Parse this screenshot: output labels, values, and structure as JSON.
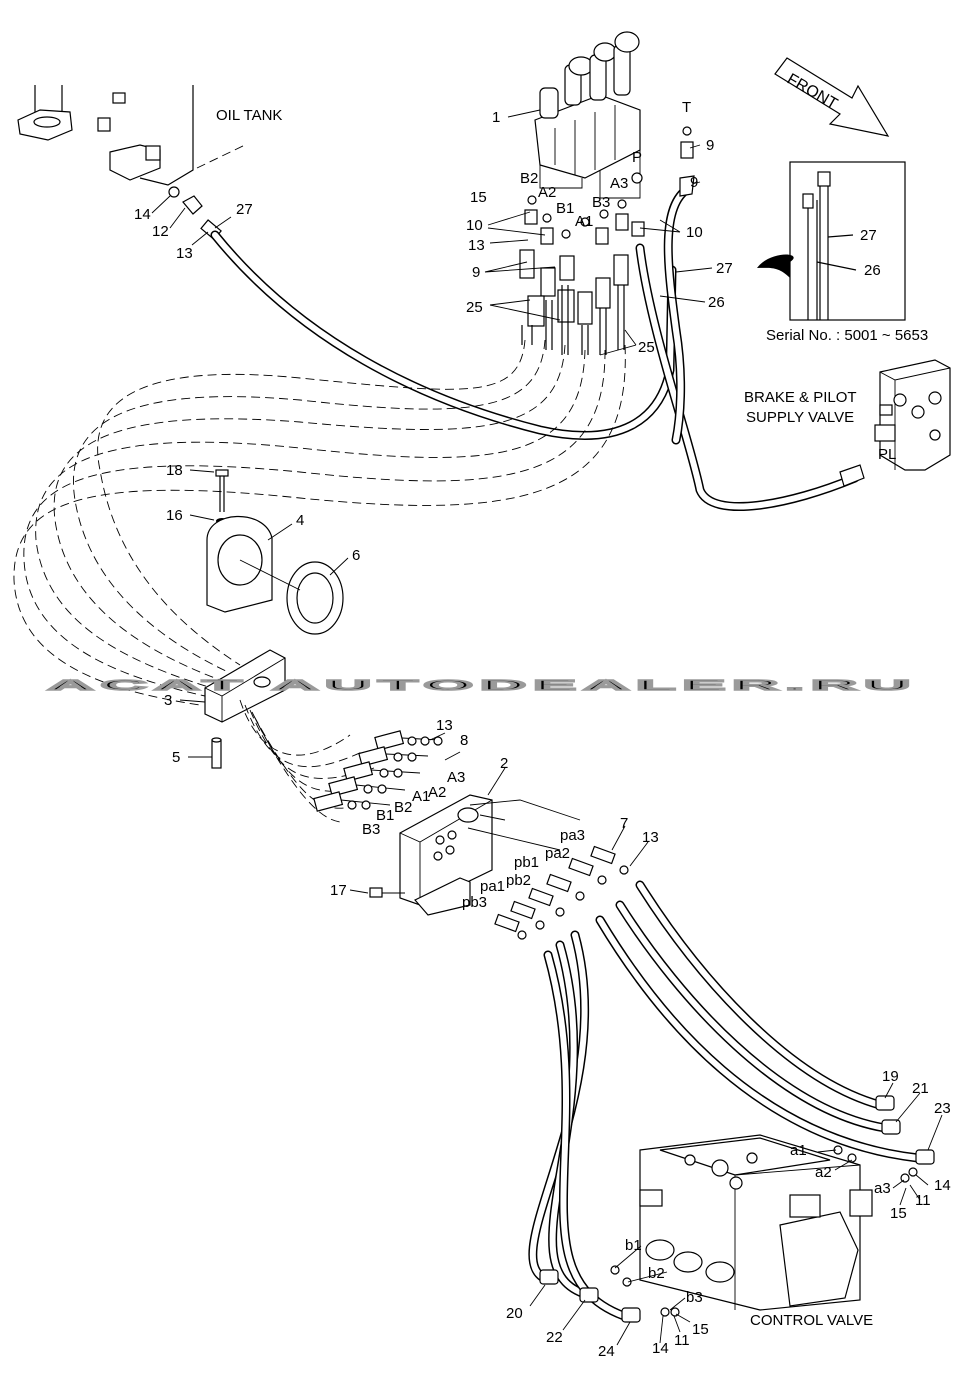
{
  "labels": {
    "oil_tank": "OIL TANK",
    "front": "FRONT",
    "serial": "Serial No.  : 5001 ~ 5653",
    "brake_line1": "BRAKE & PILOT",
    "brake_line2": "SUPPLY VALVE",
    "pl": "PL",
    "control_valve": "CONTROL VALVE",
    "watermark": "ACAT AUTODEALER.RU"
  },
  "part_numbers": {
    "n1": "1",
    "n2": "2",
    "n3": "3",
    "n4": "4",
    "n5": "5",
    "n6": "6",
    "n7": "7",
    "n8": "8",
    "n9a": "9",
    "n9b": "9",
    "n9c": "9",
    "n10a": "10",
    "n10b": "10",
    "n11a": "11",
    "n11b": "11",
    "n12": "12",
    "n13a": "13",
    "n13b": "13",
    "n13c": "13",
    "n13d": "13",
    "n14a": "14",
    "n14b": "14",
    "n14c": "14",
    "n15a": "15",
    "n15b": "15",
    "n15c": "15",
    "n16": "16",
    "n17": "17",
    "n18": "18",
    "n19": "19",
    "n20": "20",
    "n21": "21",
    "n22": "22",
    "n23": "23",
    "n24": "24",
    "n25a": "25",
    "n25b": "25",
    "n26a": "26",
    "n26b": "26",
    "n27a": "27",
    "n27b": "27",
    "n27c": "27"
  },
  "ports": {
    "T": "T",
    "P": "P",
    "B2": "B2",
    "A2": "A2",
    "B1": "B1",
    "A1": "A1",
    "A3": "A3",
    "B3": "B3",
    "A3b": "A3",
    "A2b": "A2",
    "A1b": "A1",
    "B2b": "B2",
    "B1b": "B1",
    "B3b": "B3",
    "pa3": "pa3",
    "pb1": "pb1",
    "pa2": "pa2",
    "pb2": "pb2",
    "pa1": "pa1",
    "pb3": "pb3",
    "a1": "a1",
    "a2": "a2",
    "a3": "a3",
    "b1": "b1",
    "b2": "b2",
    "b3": "b3"
  }
}
